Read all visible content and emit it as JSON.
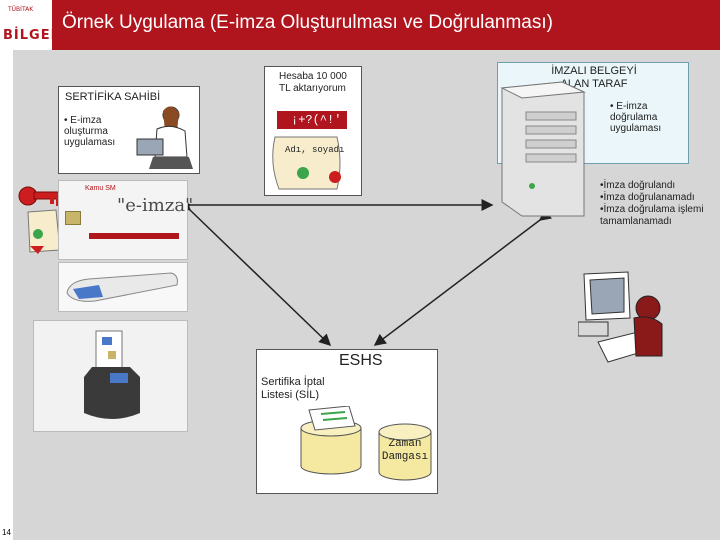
{
  "header": {
    "title": "Örnek Uygulama (E-imza Oluşturulması ve Doğrulanması)",
    "logo_text": "BİLGEM",
    "logo_top": "TÜBİTAK"
  },
  "page_number": "14",
  "signer": {
    "title": "SERTİFİKA SAHİBİ",
    "bullet": "• E-imza oluşturma uygulaması"
  },
  "card": {
    "brand": "Kamu SM",
    "caption": "\"e-imza\""
  },
  "message": {
    "text": "Hesaba 10 000 TL aktarıyorum",
    "signature": "¡+?(^!'",
    "document_label": "Adı, soyadı"
  },
  "receiver": {
    "title": "İMZALI BELGEYİ ALAN TARAF",
    "bullet": "• E-imza doğrulama uygulaması",
    "results": [
      "•İmza doğrulandı",
      "•İmza doğrulanamadı",
      "•İmza doğrulama işlemi tamamlanamadı"
    ]
  },
  "eshs": {
    "title": "ESHS",
    "sil_label": "Sertifika İptal Listesi (SİL)",
    "timestamp_label": "Zaman Damgası"
  },
  "colors": {
    "header": "#b0151e",
    "background": "#d6d6d6",
    "receiver_box": "#eaf6f9",
    "db": "#f5e8a0",
    "key": "#cc1e1e"
  }
}
